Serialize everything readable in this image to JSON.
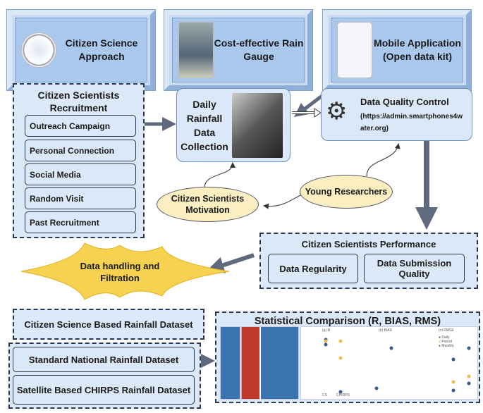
{
  "top": [
    {
      "label": "Citizen Science Approach"
    },
    {
      "label": "Cost-effective Rain Gauge"
    },
    {
      "label": "Mobile Application (Open data kit)"
    }
  ],
  "recruitment": {
    "title": "Citizen Scientists Recruitment",
    "items": [
      "Outreach Campaign",
      "Personal Connection",
      "Social Media",
      "Random Visit",
      "Past Recruitment"
    ]
  },
  "collection": {
    "label": "Daily Rainfall Data Collection"
  },
  "quality": {
    "title": "Data Quality Control",
    "url": "(https://admin.smartphones4water.org)"
  },
  "motivation": {
    "label": "Citizen Scientists Motivation"
  },
  "young": {
    "label": "Young Researchers"
  },
  "performance": {
    "title": "Citizen Scientists Performance",
    "items": [
      "Data Regularity",
      "Data Submission Quality"
    ]
  },
  "filtration": {
    "label": "Data handling and Filtration"
  },
  "datasets": [
    "Citizen Science Based Rainfall Dataset",
    "Standard National Rainfall Dataset",
    "Satellite Based CHIRPS Rainfall Dataset"
  ],
  "stats": {
    "title": "Statistical Comparison (R, BIAS, RMS)",
    "panels": [
      "(a) R",
      "(b) BIAS",
      "(c) RMSE"
    ],
    "xticks": [
      "CS",
      "CHIRPS"
    ],
    "legend": [
      "Daily",
      "Period",
      "Monthly"
    ]
  },
  "colors": {
    "box": "#a9c8ec",
    "light": "#dbe8f7",
    "ellipse": "#fbefc2",
    "star": "#f7d250",
    "arrow": "#606a7e"
  }
}
